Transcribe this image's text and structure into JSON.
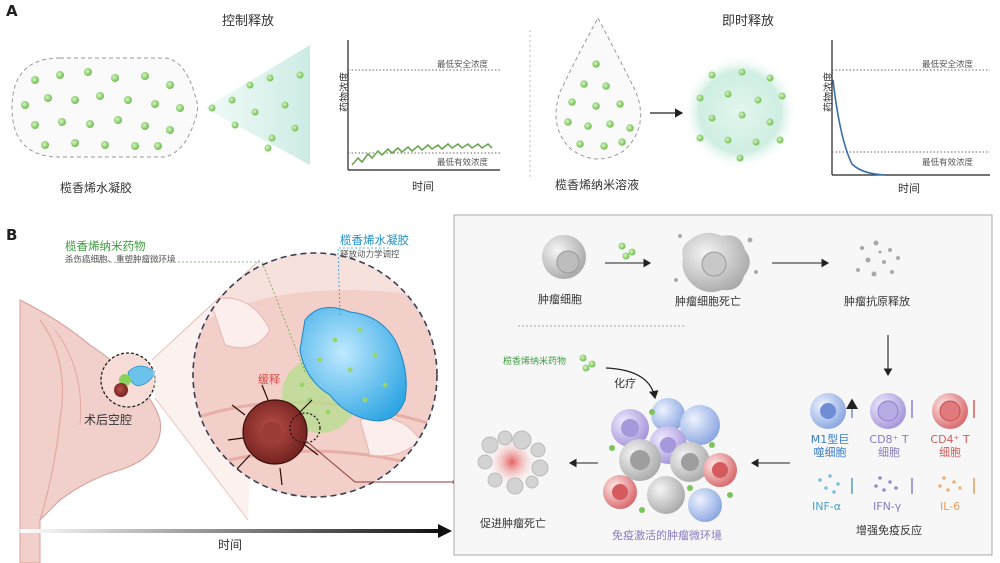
{
  "panel_a": {
    "letter": "A",
    "left": {
      "title": "控制释放",
      "carrier_label": "榄香烯水凝胶",
      "chart": {
        "y_label": "药物浓度",
        "x_label": "时间",
        "upper_line_label": "最低安全浓度",
        "lower_line_label": "最低有效浓度"
      }
    },
    "right": {
      "title": "即时释放",
      "carrier_label": "榄香烯纳米溶液",
      "chart": {
        "y_label": "药物浓度",
        "x_label": "时间",
        "upper_line_label": "最低安全浓度",
        "lower_line_label": "最低有效浓度"
      }
    }
  },
  "panel_b": {
    "letter": "B",
    "nano_drug_label": "榄香烯纳米药物",
    "nano_drug_desc": "杀伤癌细胞、重塑肿瘤微环境",
    "hydrogel_label": "榄香烯水凝胶",
    "hydrogel_desc": "释放动力学调控",
    "cavity_label": "术后空腔",
    "slow_release_label": "缓释",
    "time_label": "时间",
    "right_box": {
      "tumor_cell": "肿瘤细胞",
      "tumor_cell_death": "肿瘤细胞死亡",
      "antigen_release": "肿瘤抗原释放",
      "nano_drug": "榄香烯纳米药物",
      "chemo": "化疗",
      "m1_macrophage": "M1型巨噬细胞",
      "cd8_t": "CD8⁺ T细胞",
      "cd4_t": "CD4⁺ T细胞",
      "inf_a": "INF-α",
      "ifn_g": "IFN-γ",
      "il6": "IL-6",
      "enhanced_immune": "增强免疫反应",
      "immune_env": "免疫激活的肿瘤微环境",
      "promote_death": "促进肿瘤死亡"
    }
  },
  "colors": {
    "drug_green": "#7cc45a",
    "hydrogel_blue": "#4fb8e8",
    "tissue_pink": "#f3cfc9",
    "tumor_red": "#8a2e2a",
    "curve_green": "#6aa84f",
    "curve_blue": "#3b6fa8"
  }
}
